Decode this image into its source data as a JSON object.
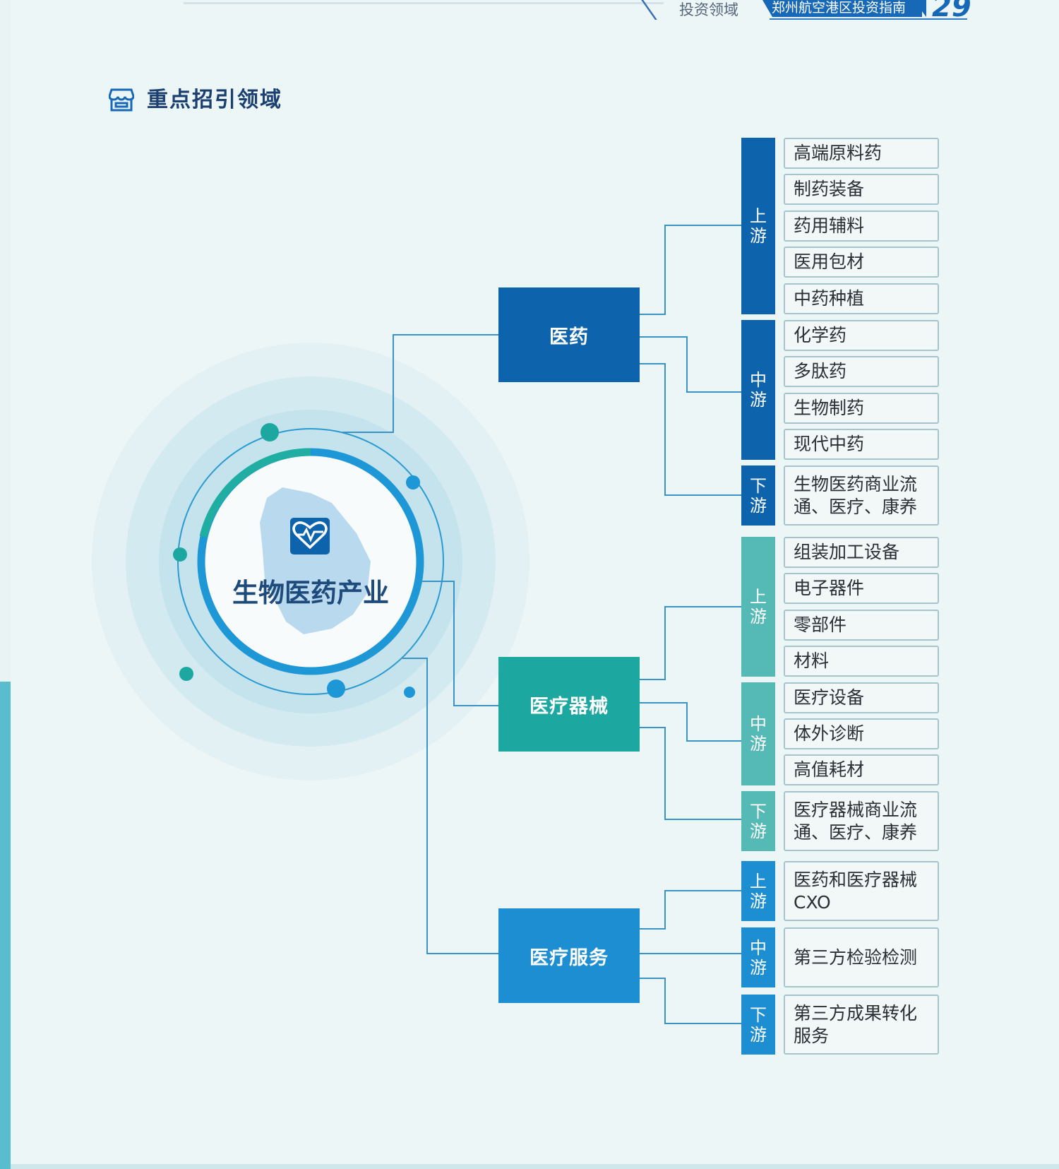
{
  "header": {
    "section": "投资领域",
    "guide_title": "郑州航空港区投资指南",
    "page_number": "29"
  },
  "section_title": "重点招引领域",
  "center": {
    "title": "生物医药产业"
  },
  "colors": {
    "pharma": "#0e63ad",
    "device": "#1ca8a0",
    "service": "#1d8ed1",
    "device_stage": "#55b9b6"
  },
  "categories": [
    {
      "label": "医药",
      "stages": [
        {
          "label": "上游",
          "items": [
            "高端原料药",
            "制药装备",
            "药用辅料",
            "医用包材",
            "中药种植"
          ]
        },
        {
          "label": "中游",
          "items": [
            "化学药",
            "多肽药",
            "生物制药",
            "现代中药"
          ]
        },
        {
          "label": "下游",
          "items": [
            "生物医药商业流通、医疗、康养"
          ]
        }
      ]
    },
    {
      "label": "医疗器械",
      "stages": [
        {
          "label": "上游",
          "items": [
            "组装加工设备",
            "电子器件",
            "零部件",
            "材料"
          ]
        },
        {
          "label": "中游",
          "items": [
            "医疗设备",
            "体外诊断",
            "高值耗材"
          ]
        },
        {
          "label": "下游",
          "items": [
            "医疗器械商业流通、医疗、康养"
          ]
        }
      ]
    },
    {
      "label": "医疗服务",
      "stages": [
        {
          "label": "上游",
          "items": [
            "医药和医疗器械CXO"
          ]
        },
        {
          "label": "中游",
          "items": [
            "第三方检验检测"
          ]
        },
        {
          "label": "下游",
          "items": [
            "第三方成果转化服务"
          ]
        }
      ]
    }
  ]
}
